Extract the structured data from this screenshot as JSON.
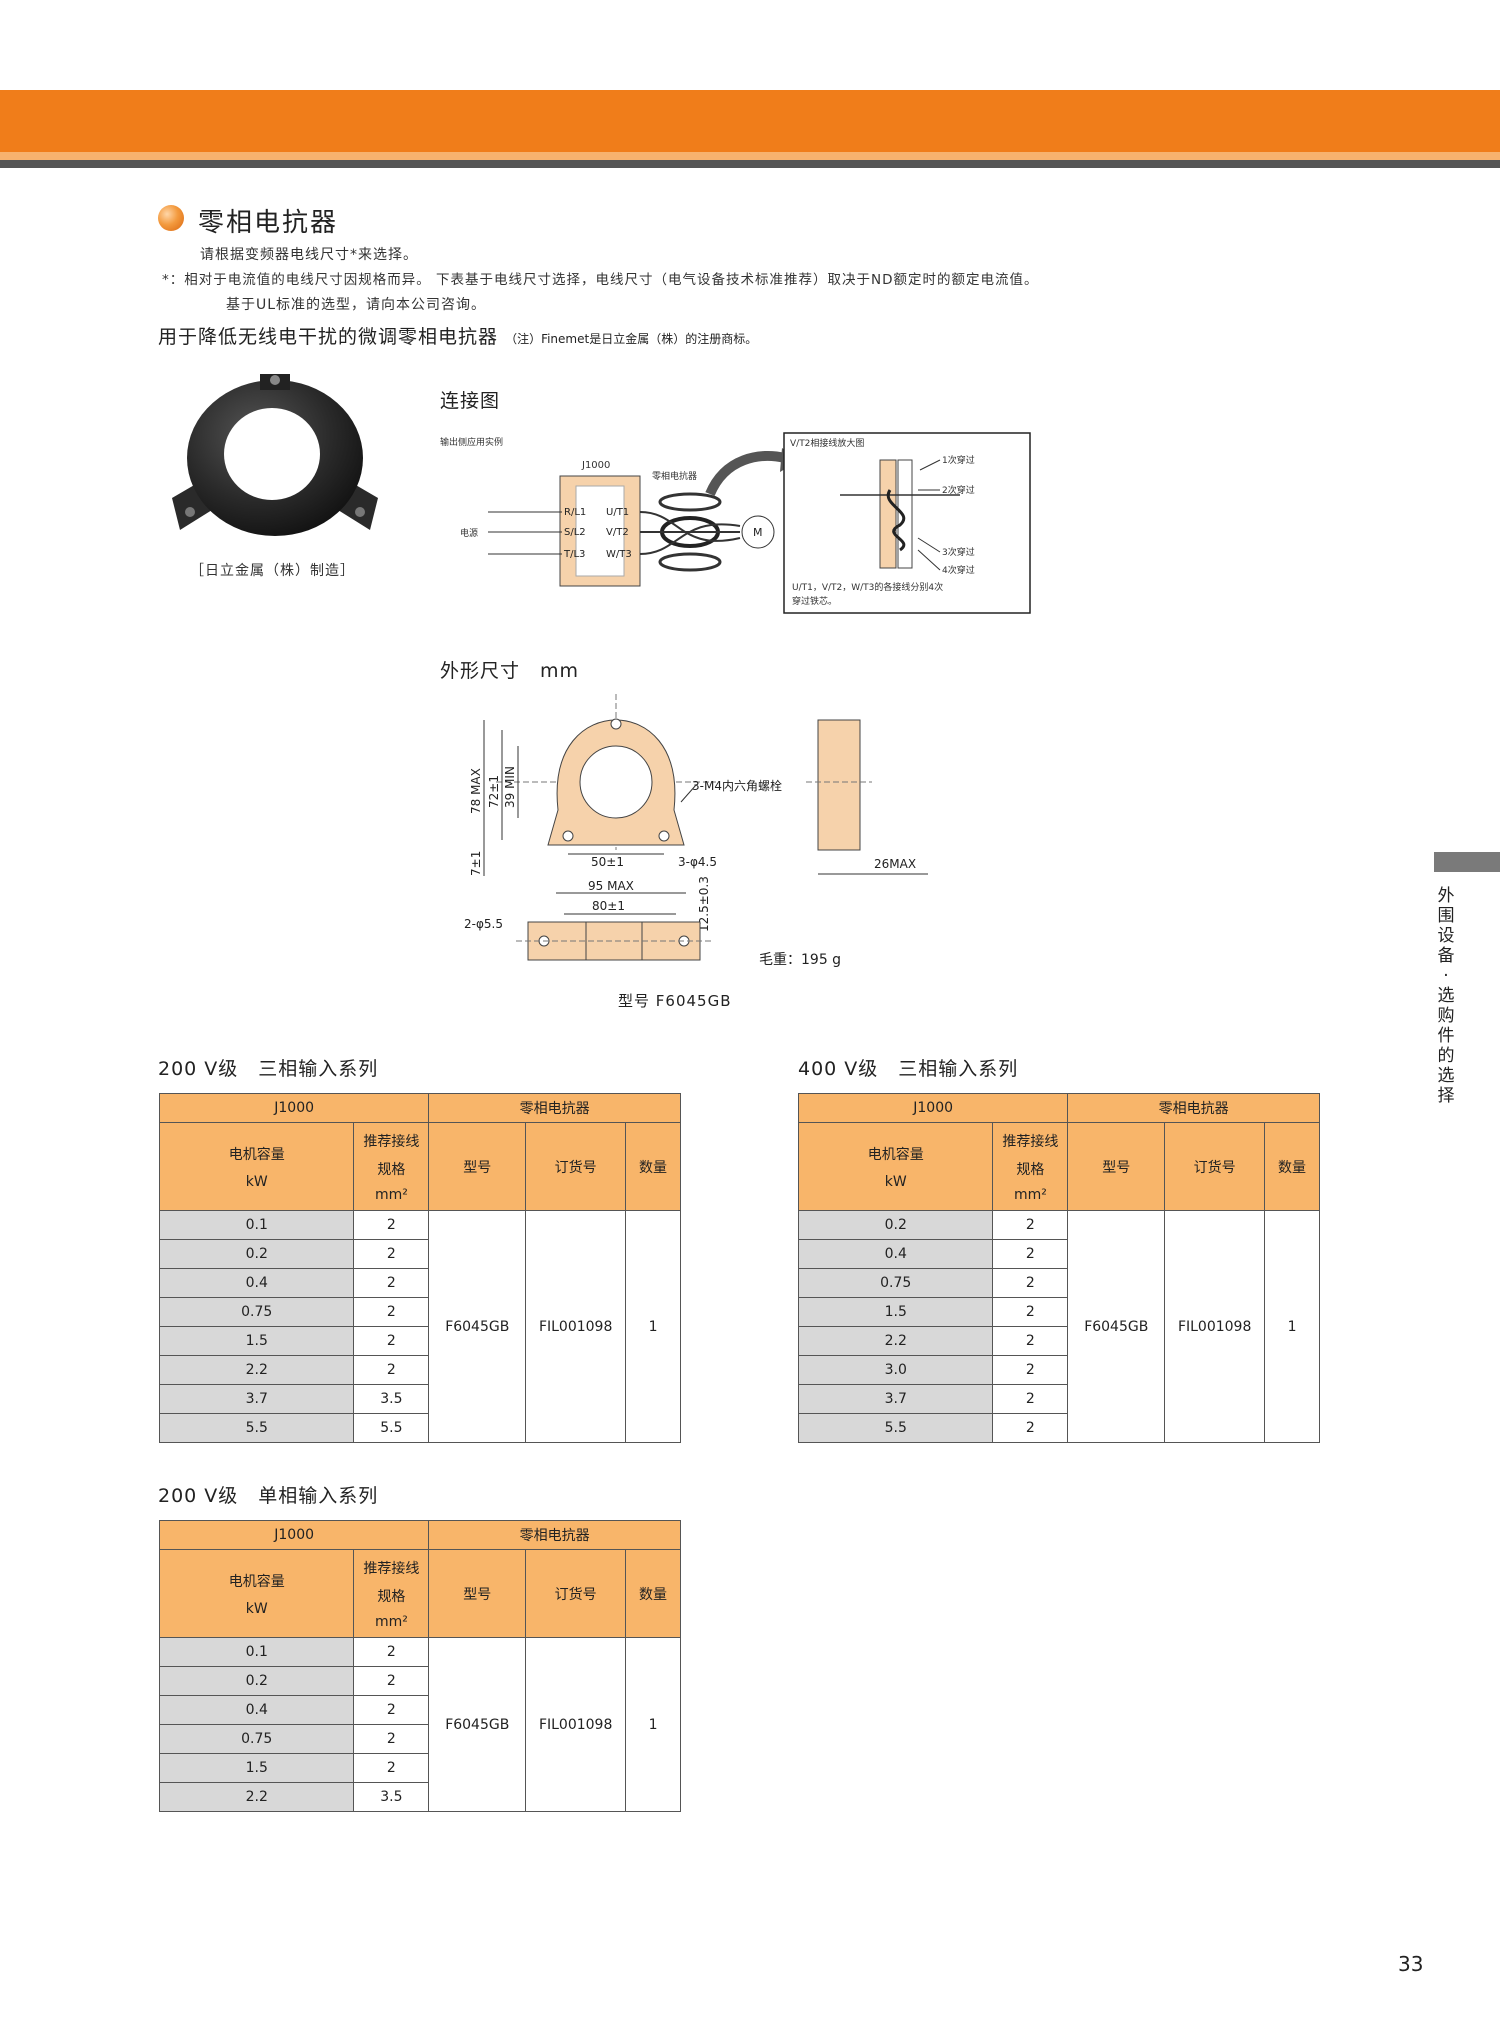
{
  "header": {
    "title": "零相电抗器"
  },
  "notes": {
    "line1": "请根据变频器电线尺寸*来选择。",
    "line2": "*：相对于电流值的电线尺寸因规格而异。 下表基于电线尺寸选择，电线尺寸（电气设备技术标准推荐）取决于ND额定时的额定电流值。",
    "line3": "基于UL标准的选型，请向本公司咨询。"
  },
  "subtitle": {
    "main": "用于降低无线电干扰的微调零相电抗器",
    "note": "（注）Finemet是日立金属（株）的注册商标。"
  },
  "photo": {
    "caption": "［日立金属（株）制造］"
  },
  "wiring": {
    "title": "连接图",
    "example": "输出侧应用实例",
    "inverter": "J1000",
    "reactor": "零相电抗器",
    "power": "电源",
    "terminals_in": [
      "R/L1",
      "S/L2",
      "T/L3"
    ],
    "terminals_out": [
      "U/T1",
      "V/T2",
      "W/T3"
    ],
    "motor": "M",
    "enlarged_title": "V/T2相接线放大图",
    "turns": [
      "1次穿过",
      "2次穿过",
      "3次穿过",
      "4次穿过"
    ],
    "enlarged_note_1": "U/T1，V/T2，W/T3的各接线分别4次",
    "enlarged_note_2": "穿过铁芯。"
  },
  "dimensions": {
    "title": "外形尺寸　mm",
    "labels": {
      "h78": "78 MAX",
      "h72": "72±1",
      "h39": "39 MIN",
      "h7": "7±1",
      "bolt": "3-M4内六角螺栓",
      "w50": "50±1",
      "hole45": "3-φ4.5",
      "w95": "95 MAX",
      "w80": "80±1",
      "hole55": "2-φ5.5",
      "h125": "12.5±0.3",
      "d26": "26MAX",
      "weight": "毛重：195 g"
    },
    "model": "型号 F6045GB"
  },
  "side_tab": {
    "text": [
      "外",
      "围",
      "设",
      "备",
      "·",
      "选",
      "购",
      "件",
      "的",
      "选",
      "择"
    ]
  },
  "page_number": "33",
  "headers": {
    "inverter": "J1000",
    "reactor": "零相电抗器",
    "motor_1": "电机容量",
    "motor_2": "kW",
    "wire_1": "推荐接线",
    "wire_2": "规格",
    "wire_3": "mm²",
    "model": "型号",
    "order": "订货号",
    "qty": "数量"
  },
  "tables": [
    {
      "title": "200 V级　三相输入系列",
      "rows": [
        [
          "0.1",
          "2"
        ],
        [
          "0.2",
          "2"
        ],
        [
          "0.4",
          "2"
        ],
        [
          "0.75",
          "2"
        ],
        [
          "1.5",
          "2"
        ],
        [
          "2.2",
          "2"
        ],
        [
          "3.7",
          "3.5"
        ],
        [
          "5.5",
          "5.5"
        ]
      ],
      "model": "F6045GB",
      "order_no": "FIL001098",
      "qty": "1"
    },
    {
      "title": "400 V级　三相输入系列",
      "rows": [
        [
          "0.2",
          "2"
        ],
        [
          "0.4",
          "2"
        ],
        [
          "0.75",
          "2"
        ],
        [
          "1.5",
          "2"
        ],
        [
          "2.2",
          "2"
        ],
        [
          "3.0",
          "2"
        ],
        [
          "3.7",
          "2"
        ],
        [
          "5.5",
          "2"
        ]
      ],
      "model": "F6045GB",
      "order_no": "FIL001098",
      "qty": "1"
    },
    {
      "title": "200 V级　单相输入系列",
      "rows": [
        [
          "0.1",
          "2"
        ],
        [
          "0.2",
          "2"
        ],
        [
          "0.4",
          "2"
        ],
        [
          "0.75",
          "2"
        ],
        [
          "1.5",
          "2"
        ],
        [
          "2.2",
          "3.5"
        ]
      ],
      "model": "F6045GB",
      "order_no": "FIL001098",
      "qty": "1"
    }
  ],
  "colors": {
    "banner": "#f07d1a",
    "table_header": "#f8b56a",
    "row_shade": "#d8d8d8"
  }
}
